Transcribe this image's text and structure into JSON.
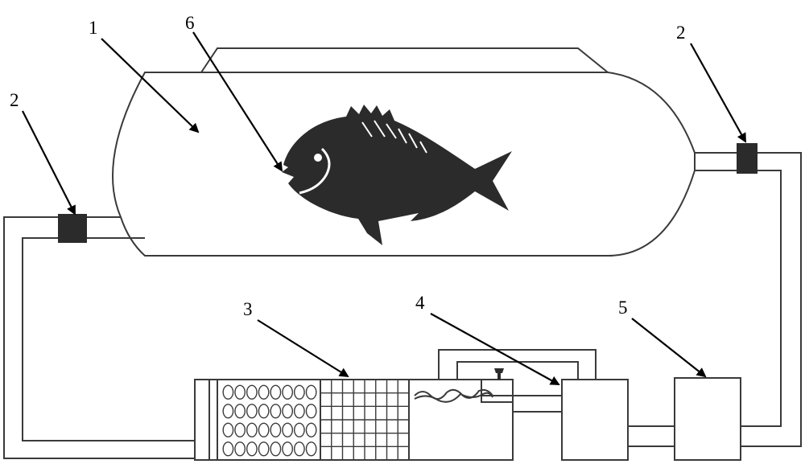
{
  "labels": {
    "tank": "1",
    "valve_left": "2",
    "valve_right": "2",
    "filter": "3",
    "heater": "4",
    "pump": "5",
    "fish": "6"
  },
  "colors": {
    "line": "#3a3a3a",
    "fill_dark": "#2b2b2b",
    "background": "#ffffff"
  },
  "filter_media": {
    "ball_rows": 4,
    "ball_cols": 8,
    "grid_rows": 6,
    "grid_cols": 8
  }
}
